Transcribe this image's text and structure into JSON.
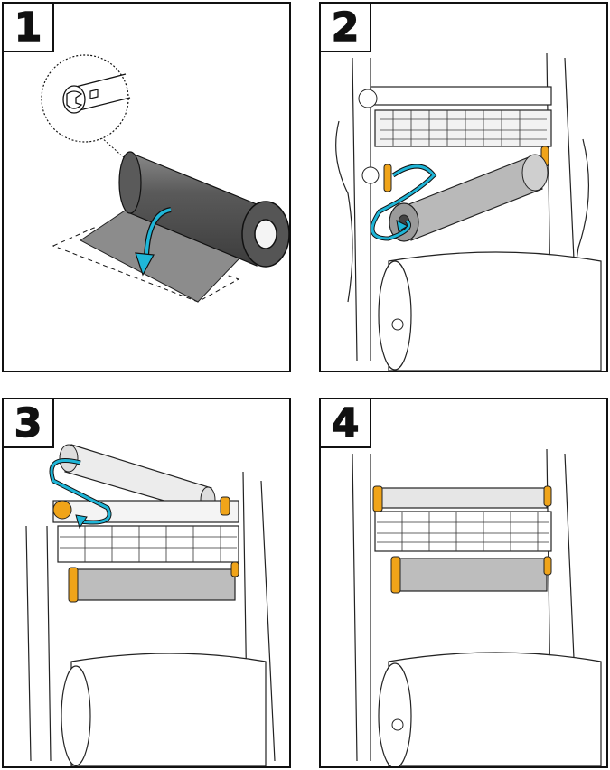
{
  "steps": [
    {
      "number": "1",
      "illustration": "ribbon-roll-with-core-notch-detail"
    },
    {
      "number": "2",
      "illustration": "load-ribbon-supply-roll-onto-lower-spindles"
    },
    {
      "number": "3",
      "illustration": "load-empty-core-onto-upper-take-up-spindles"
    },
    {
      "number": "4",
      "illustration": "ribbon-and-take-up-core-installed"
    }
  ],
  "colors": {
    "arrow": "#1fb6d8",
    "hub": "#f0a419",
    "ribbon": "#6e6e6e",
    "line": "#111111"
  }
}
